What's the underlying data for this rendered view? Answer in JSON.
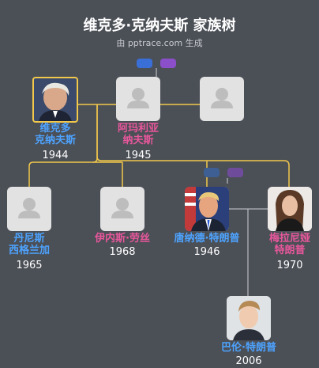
{
  "header": {
    "title": "维克多·克纳夫斯 家族树",
    "subtitle": "由 pptrace.com 生成"
  },
  "colors": {
    "background": "#4b4f56",
    "line": "#f2c84b",
    "line_child": "#cfd2d6",
    "male": "#4da3ff",
    "female": "#e8579c",
    "toggle_blue": "#3a6fd8",
    "toggle_purple": "#8b4fc9",
    "toggle_blue_dim": "#3d5f93",
    "toggle_purple_dim": "#6e4c9b"
  },
  "people": {
    "victor": {
      "name_line1": "维克多",
      "name_line2": "克纳夫斯",
      "year": "1944",
      "icon": "portrait-photo"
    },
    "amalia": {
      "name_line1": "阿玛利亚",
      "name_line2": "纳夫斯",
      "year": "1945",
      "icon": "placeholder-person-icon"
    },
    "unknown_spouse": {
      "icon": "placeholder-person-icon"
    },
    "daniel": {
      "name_line1": "丹尼斯",
      "name_line2": "西格兰加",
      "year": "1965",
      "icon": "placeholder-person-icon"
    },
    "ines": {
      "name_line1": "伊内斯·劳丝",
      "year": "1968",
      "icon": "placeholder-person-icon"
    },
    "donald": {
      "name_line1": "唐纳德·特朗普",
      "year": "1946",
      "icon": "portrait-photo"
    },
    "melania": {
      "name_line1": "梅拉尼娅",
      "name_line2": "特朗普",
      "year": "1970",
      "icon": "portrait-photo"
    },
    "barron": {
      "name_line1": "巴伦·特朗普",
      "year": "2006",
      "icon": "portrait-photo"
    }
  }
}
